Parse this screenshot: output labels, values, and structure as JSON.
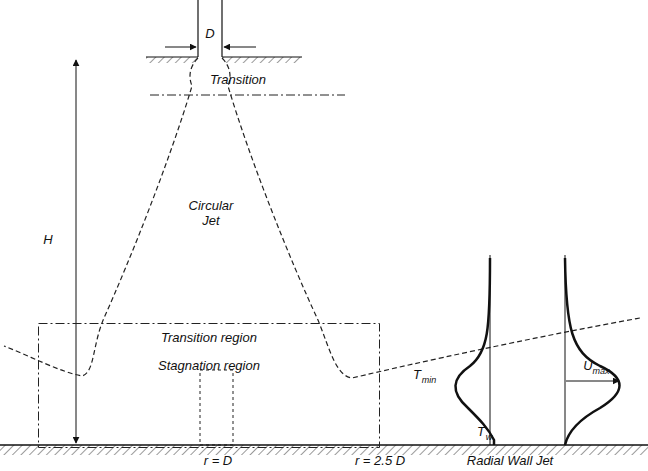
{
  "diagram": {
    "nodes": [
      {
        "text": [
          "Transition region",
          "Stagnation region"
        ]
      }
    ],
    "labels": [
      "D",
      "Transition",
      "H",
      "Circular Jet",
      "T",
      "min",
      "T",
      "w",
      "U",
      "max",
      "r = D",
      "r = 2.5 D",
      "Radial Wall Jet"
    ]
  }
}
